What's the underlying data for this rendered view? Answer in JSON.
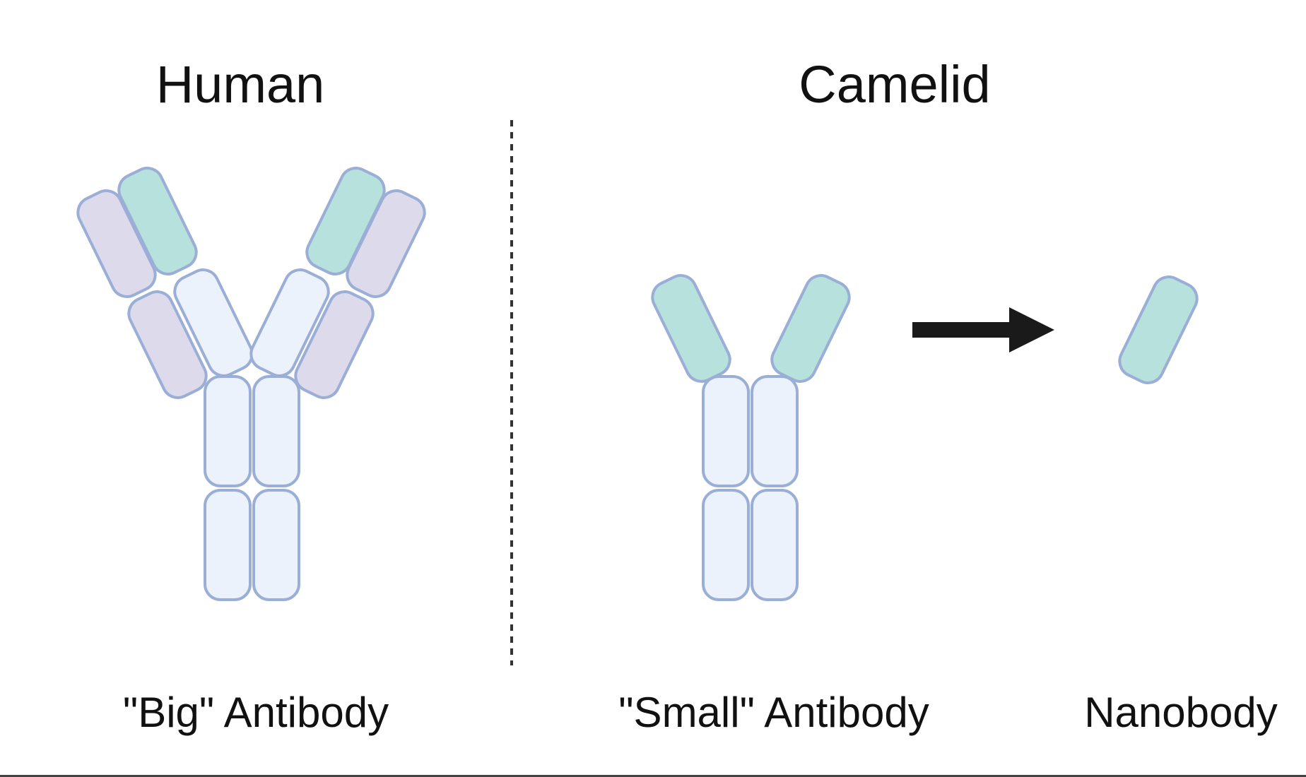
{
  "headings": {
    "left": "Human",
    "right": "Camelid"
  },
  "captions": {
    "big_antibody": "\"Big\" Antibody",
    "small_antibody": "\"Small\" Antibody",
    "nanobody": "Nanobody"
  },
  "colors": {
    "constant_domain_fill": "#ebf2fb",
    "light_chain_fill": "#dddaec",
    "variable_domain_fill": "#b6e1dd",
    "outline": "#9aaed6",
    "arrow": "#1a1a1a",
    "divider": "#333333"
  }
}
